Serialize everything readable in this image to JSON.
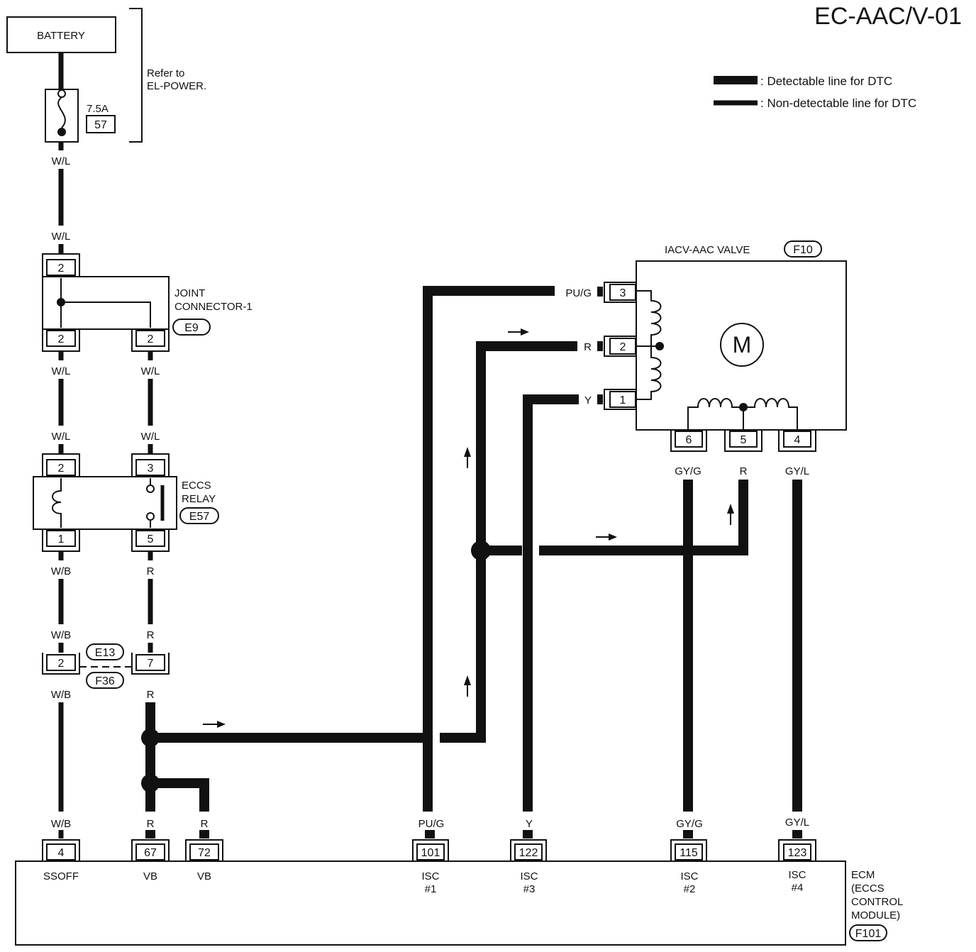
{
  "title": "EC-AAC/V-01",
  "legend": {
    "detectable": ": Detectable line for DTC",
    "non_detectable": ": Non-detectable line for DTC"
  },
  "battery": {
    "label": "BATTERY"
  },
  "refer": {
    "line1": "Refer to",
    "line2": "EL-POWER."
  },
  "fuse": {
    "rating": "7.5A",
    "number": "57"
  },
  "joint_connector": {
    "line1": "JOINT",
    "line2": "CONNECTOR-1",
    "code": "E9"
  },
  "eccs_relay": {
    "line1": "ECCS",
    "line2": "RELAY",
    "code": "E57"
  },
  "harness_connector": {
    "code_top": "E13",
    "code_bottom": "F36"
  },
  "iacv": {
    "label": "IACV-AAC VALVE",
    "code": "F10",
    "motor": "M"
  },
  "ecm": {
    "line1": "ECM",
    "line2": "(ECCS",
    "line3": "CONTROL",
    "line4": "MODULE)",
    "code": "F101"
  },
  "pins": {
    "jc_top": "2",
    "jc_bl": "2",
    "jc_br": "2",
    "relay_tl": "2",
    "relay_tr": "3",
    "relay_bl": "1",
    "relay_br": "5",
    "hc_left": "2",
    "hc_right": "7",
    "iacv_3": "3",
    "iacv_2": "2",
    "iacv_1": "1",
    "iacv_6": "6",
    "iacv_5": "5",
    "iacv_4": "4",
    "ecm_4": "4",
    "ecm_67": "67",
    "ecm_72": "72",
    "ecm_101": "101",
    "ecm_122": "122",
    "ecm_115": "115",
    "ecm_123": "123"
  },
  "wires": {
    "fuse_out": "W/L",
    "jc_in": "W/L",
    "jc_out_left": "W/L",
    "jc_out_right": "W/L",
    "relay_in_left": "W/L",
    "relay_in_right": "W/L",
    "relay_out_left": "W/B",
    "relay_out_right": "R",
    "hc_in_left": "W/B",
    "hc_in_right": "R",
    "hc_out_left": "W/B",
    "hc_out_right": "R",
    "iacv_3": "PU/G",
    "iacv_2": "R",
    "iacv_1": "Y",
    "iacv_6": "GY/G",
    "iacv_5": "R",
    "iacv_4": "GY/L",
    "ecm_4": "W/B",
    "ecm_67": "R",
    "ecm_72": "R",
    "ecm_101": "PU/G",
    "ecm_122": "Y",
    "ecm_115": "GY/G",
    "ecm_123": "GY/L"
  },
  "ecm_terminals": {
    "t4": "SSOFF",
    "t67": "VB",
    "t72": "VB",
    "t101": [
      "ISC",
      "#1"
    ],
    "t122": [
      "ISC",
      "#3"
    ],
    "t115": [
      "ISC",
      "#2"
    ],
    "t123": [
      "ISC",
      "#4"
    ]
  }
}
